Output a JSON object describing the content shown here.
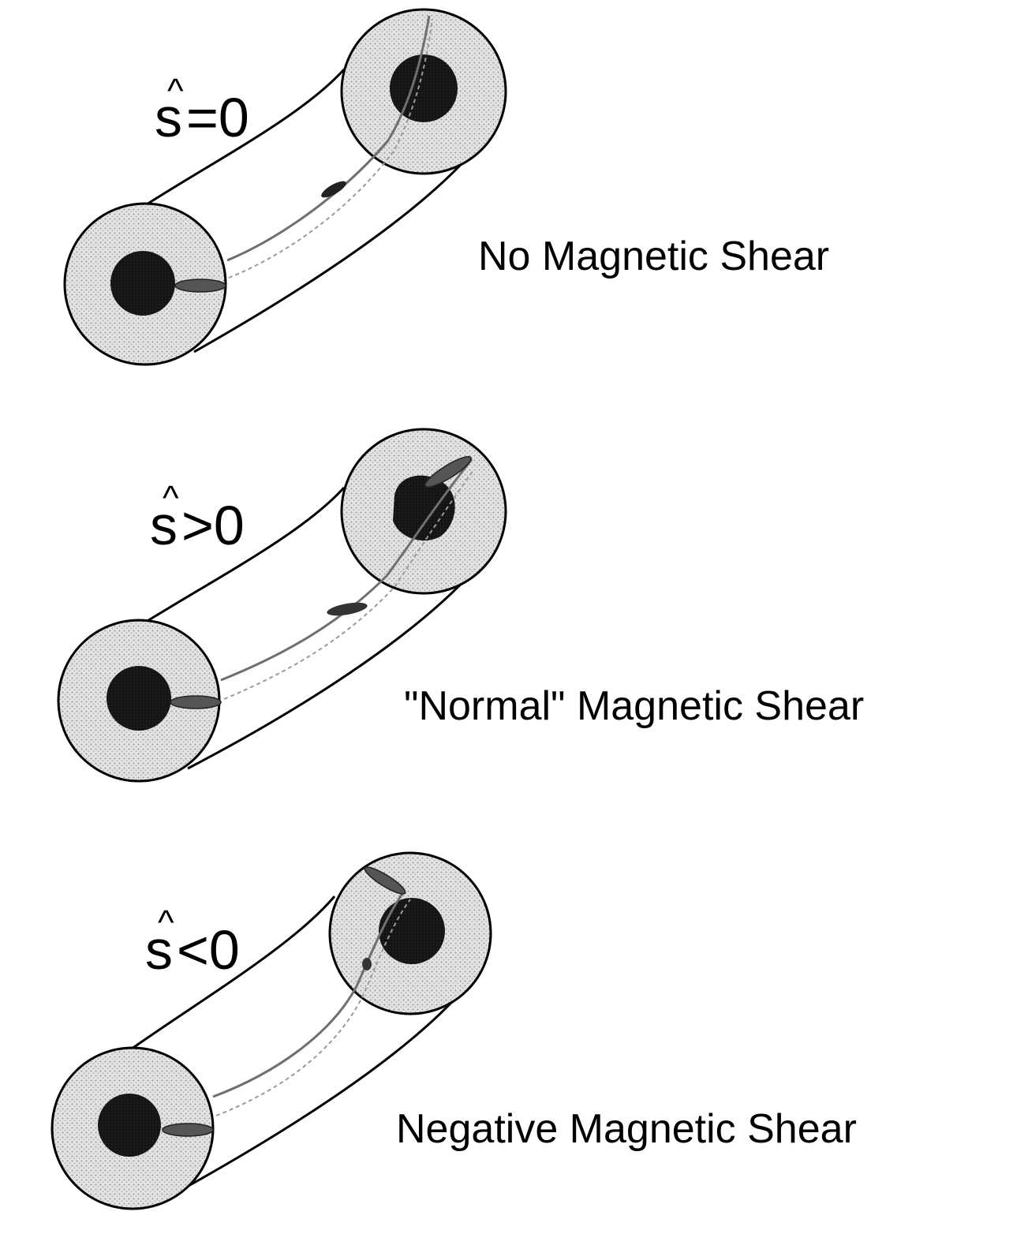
{
  "panels": [
    {
      "id": "zero",
      "hat": "^",
      "s_symbol": "s",
      "relation": "=0",
      "caption": "No Magnetic Shear"
    },
    {
      "id": "positive",
      "hat": "^",
      "s_symbol": "s",
      "relation": ">0",
      "caption": "\"Normal\" Magnetic Shear"
    },
    {
      "id": "negative",
      "hat": "^",
      "s_symbol": "s",
      "relation": "<0",
      "caption": "Negative Magnetic Shear"
    }
  ],
  "colors": {
    "ink": "#000000",
    "cross_section_fill": "#d9d9d9",
    "core_fill": "#111111",
    "field_line": "#8a8a8a"
  }
}
